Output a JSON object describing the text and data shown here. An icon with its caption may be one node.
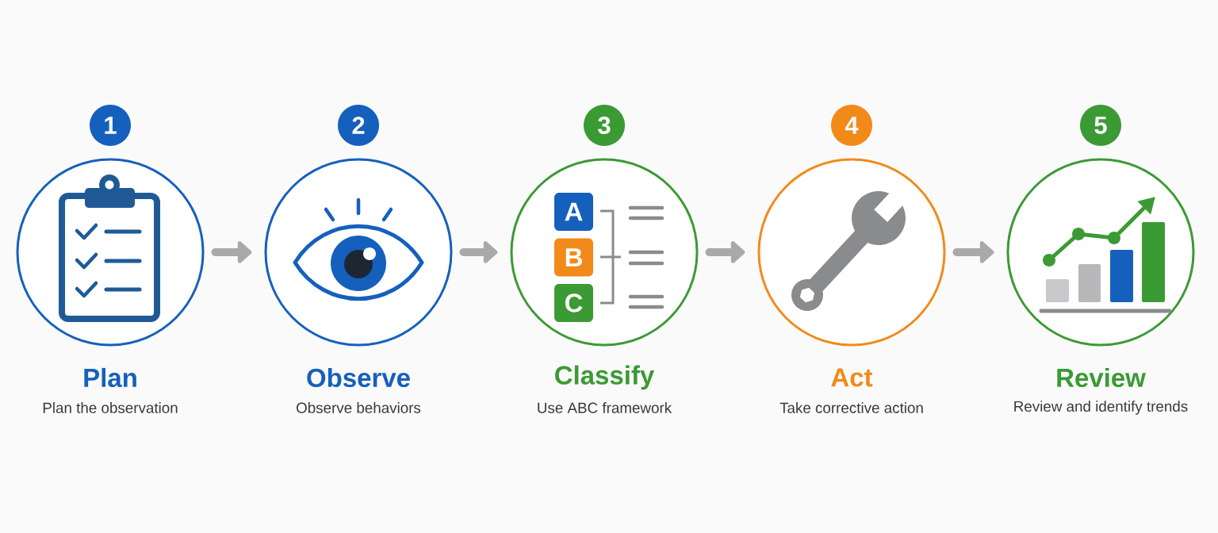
{
  "diagram": {
    "nodes": [
      {
        "text": [
          "1"
        ]
      },
      {
        "text": [
          "Plan",
          "Plan the observation"
        ]
      },
      {
        "text": [
          "2"
        ]
      },
      {
        "text": [
          "Observe",
          "Observe behaviors"
        ]
      },
      {
        "text": [
          "3"
        ]
      },
      {
        "text": [
          "Classify",
          "Use ABC framework"
        ]
      },
      {
        "text": [
          "A"
        ],
        "in": 5
      },
      {
        "text": [
          "B"
        ],
        "in": 5
      },
      {
        "text": [
          "C"
        ],
        "in": 5
      },
      {
        "text": [
          "4"
        ]
      },
      {
        "text": [
          "Act",
          "Take corrective action"
        ]
      },
      {
        "text": [
          "5"
        ]
      },
      {
        "text": [
          "Review",
          "Review and identify trends"
        ]
      }
    ],
    "edges": [
      {
        "from": 1,
        "to": 3,
        "arrow": "to"
      },
      {
        "from": 3,
        "to": 5,
        "arrow": "to"
      },
      {
        "from": 5,
        "to": 10,
        "arrow": "to"
      },
      {
        "from": 10,
        "to": 12,
        "arrow": "to"
      }
    ]
  }
}
